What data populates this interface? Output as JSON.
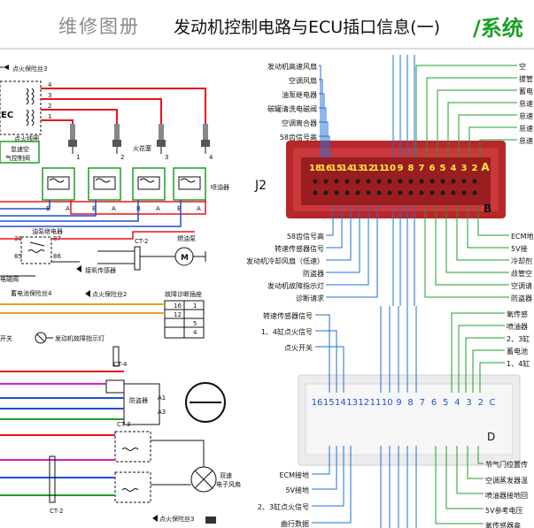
{
  "header": {
    "brand": "维修图册",
    "title": "发动机控制电路与ECU插口信息(一)",
    "title_green": "/系统"
  },
  "left": {
    "fuse_ig3": "点火保险丝3",
    "ecu": "EC",
    "coil": "点火线圈",
    "spark_plug": "火花塞",
    "idle_valve_1": "怠速空",
    "idle_valve_2": "气控制阀",
    "injector": "喷油器",
    "cyl": [
      "1",
      "2",
      "3",
      "4"
    ],
    "pins_ab": [
      "B",
      "A",
      "B",
      "A",
      "B",
      "A",
      "B",
      "A"
    ],
    "pin_nums_coil": [
      "4",
      "3",
      "2",
      "1"
    ],
    "fuel_relay": "油泵继电器",
    "ct2": "CT-2",
    "fuel_pump": "燃油泵",
    "o2": "接氧传感器",
    "solenoid": "电磁阀",
    "fuse_ig2": "点火保险丝2",
    "diag_socket": "故障诊断插座",
    "battery_fuse4": "蓄电池保险丝4",
    "fault_lamp": "发动机故障指示灯",
    "switch": "开关",
    "ct4": "CT-4",
    "ct3": "CT-3",
    "immobilizer": "防盗器",
    "a1": "A1",
    "a3": "A3",
    "dual_fan_1": "双速",
    "dual_fan_2": "电子风扇",
    "ct2b": "CT-2",
    "fuse_ig3b": "点火保险丝3",
    "relay_pins": [
      "30",
      "87",
      "85",
      "86"
    ],
    "diag_pins": [
      "16",
      "1",
      "12",
      "5",
      "4"
    ]
  },
  "j2": {
    "label": "J2",
    "pins": [
      "18",
      "16",
      "15",
      "14",
      "13",
      "12",
      "11",
      "10",
      "9",
      "8",
      "7",
      "6",
      "5",
      "4",
      "3",
      "2",
      "A"
    ],
    "row_b": "B",
    "left_top": [
      "发动机高速风扇",
      "空调风扇",
      "油泵继电器",
      "碳罐清洗电磁阀",
      "空调离合器",
      "58齿信号高"
    ],
    "left_bottom": [
      "58齿信号高",
      "转速传感器信号",
      "发动机冷却风扇（低速）",
      "防盗器",
      "发动机故障指示灯",
      "诊断请求"
    ],
    "right_top": [
      "空",
      "拔管",
      "蓄电",
      "怠速",
      "怠速",
      "怠速",
      "怠速"
    ],
    "right_bottom": [
      "ECM地",
      "5V接",
      "冷却剂",
      "歧管空",
      "空调请",
      "防盗器"
    ]
  },
  "d": {
    "pins": [
      "16",
      "15",
      "14",
      "13",
      "12",
      "11",
      "10",
      "9",
      "8",
      "7",
      "6",
      "5",
      "4",
      "3",
      "2",
      "C"
    ],
    "row_d": "D",
    "left_top": [
      "转速传感器信号",
      "1、4缸点火信号",
      "点火开关"
    ],
    "left_bottom": [
      "ECM接地",
      "5V接地",
      "2、3缸点火信号",
      "曲行数据"
    ],
    "right_top": [
      "氧传感",
      "喷油器",
      "2、3缸",
      "蓄电池",
      "1、4缸"
    ],
    "right_bottom": [
      "节气门位置传",
      "空调蒸发器温",
      "喷油器接地回",
      "5V参考电压",
      "氧传感器高"
    ]
  }
}
